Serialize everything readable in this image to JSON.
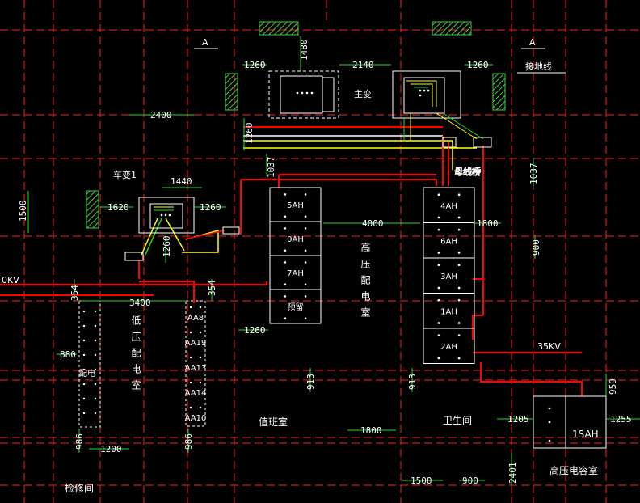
{
  "colors": {
    "background": "#000000",
    "grid": "#ff2020",
    "dimension": "#22dd22",
    "outline": "#ffffff",
    "cable_red": "#ff0000",
    "cable_yellow": "#ffff00",
    "wall_hatch": "#44cc44"
  },
  "section_marks": [
    "A",
    "A"
  ],
  "equipment": {
    "main_transformer": "主变",
    "aux_transformer": "车变1",
    "grounding_note": "接地线",
    "cable_box": "母线桥"
  },
  "rooms": {
    "hv_room": "高压配电室",
    "lv_room": "低压配电室",
    "duty_room": "值班室",
    "toilet": "卫生间",
    "repair_room": "检修间",
    "capacitor_room": "高压电容室"
  },
  "hv_cabinets_left": [
    "5AH",
    "0AH",
    "7AH",
    "预留"
  ],
  "hv_cabinets_right": [
    "4AH",
    "6AH",
    "3AH",
    "1AH",
    "2AH"
  ],
  "lv_cabinets": [
    "AA8",
    "AA19",
    "AA13",
    "AA14",
    "AA10"
  ],
  "lv_left_panel": "配电",
  "capacitor_cabinet": "1SAH",
  "incoming": {
    "left": "0KV",
    "right": "35KV"
  },
  "dimensions": {
    "d1260_a": "1260",
    "d1480": "1480",
    "d2140": "2140",
    "d1260_b": "1260",
    "d2400": "2400",
    "d1260_c": "1260",
    "d1440": "1440",
    "d1500": "1500",
    "d1620": "1620",
    "d1260_d": "1260",
    "d1260_e": "1260",
    "d1037_a": "1037",
    "d1037_b": "1037",
    "d4000": "4000",
    "d1800_a": "1800",
    "d900_a": "900",
    "d3400": "3400",
    "d3354_a": "354",
    "d3354_b": "354",
    "d880": "880",
    "d1260_f": "1260",
    "d913_a": "913",
    "d913_b": "913",
    "d959": "959",
    "d1205": "1205",
    "d1255": "1255",
    "d1800_b": "1800",
    "d986_a": "986",
    "d1200": "1200",
    "d986_b": "986",
    "d1500_b": "1500",
    "d900_b": "900",
    "d2401": "2401"
  }
}
